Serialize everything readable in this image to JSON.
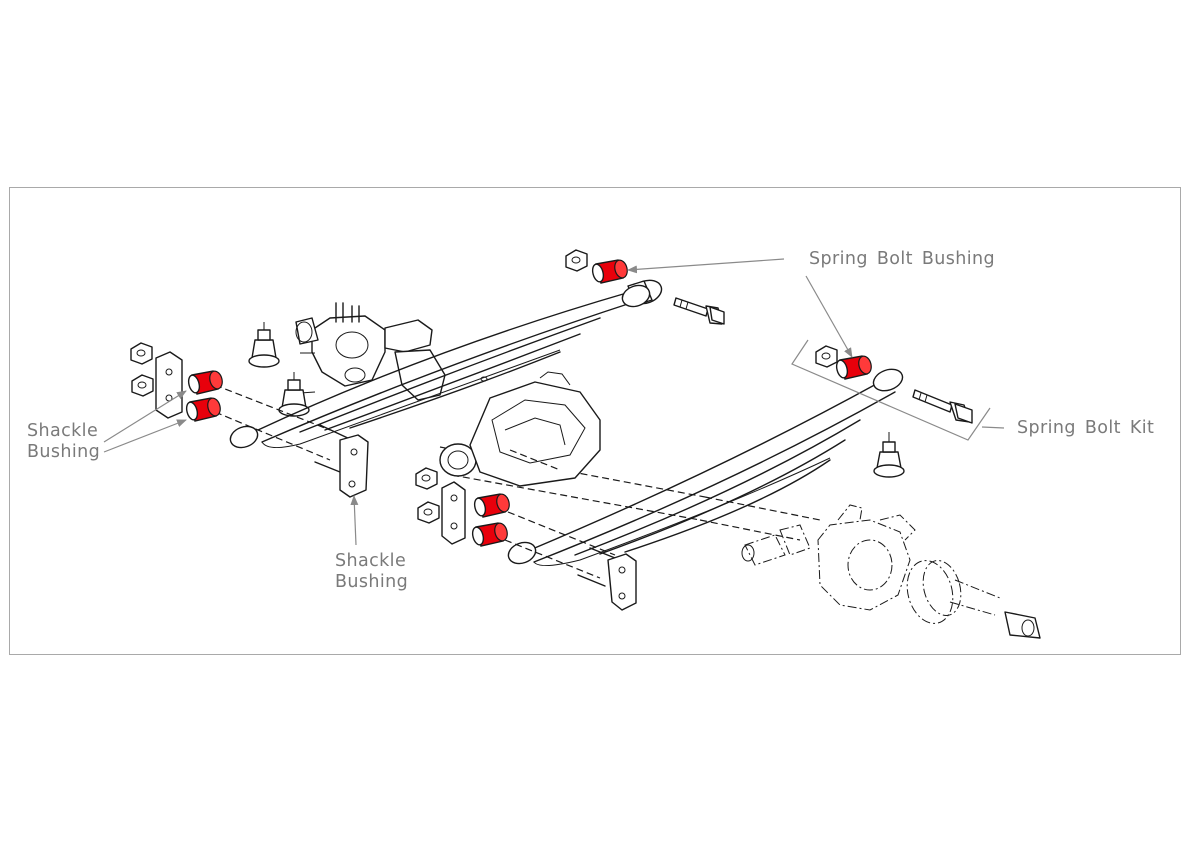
{
  "labels": {
    "spring_bolt_bushing": "Spring Bolt Bushing",
    "spring_bolt_kit": "Spring Bolt Kit",
    "shackle_bushing_left": [
      "Shackle",
      "Bushing"
    ],
    "shackle_bushing_bottom": [
      "Shackle",
      "Bushing"
    ]
  },
  "colors": {
    "highlight": "#e8000b",
    "line_art": "#1a1a1a",
    "callout": "#8a8a8a",
    "frame": "#a9a9a9"
  }
}
